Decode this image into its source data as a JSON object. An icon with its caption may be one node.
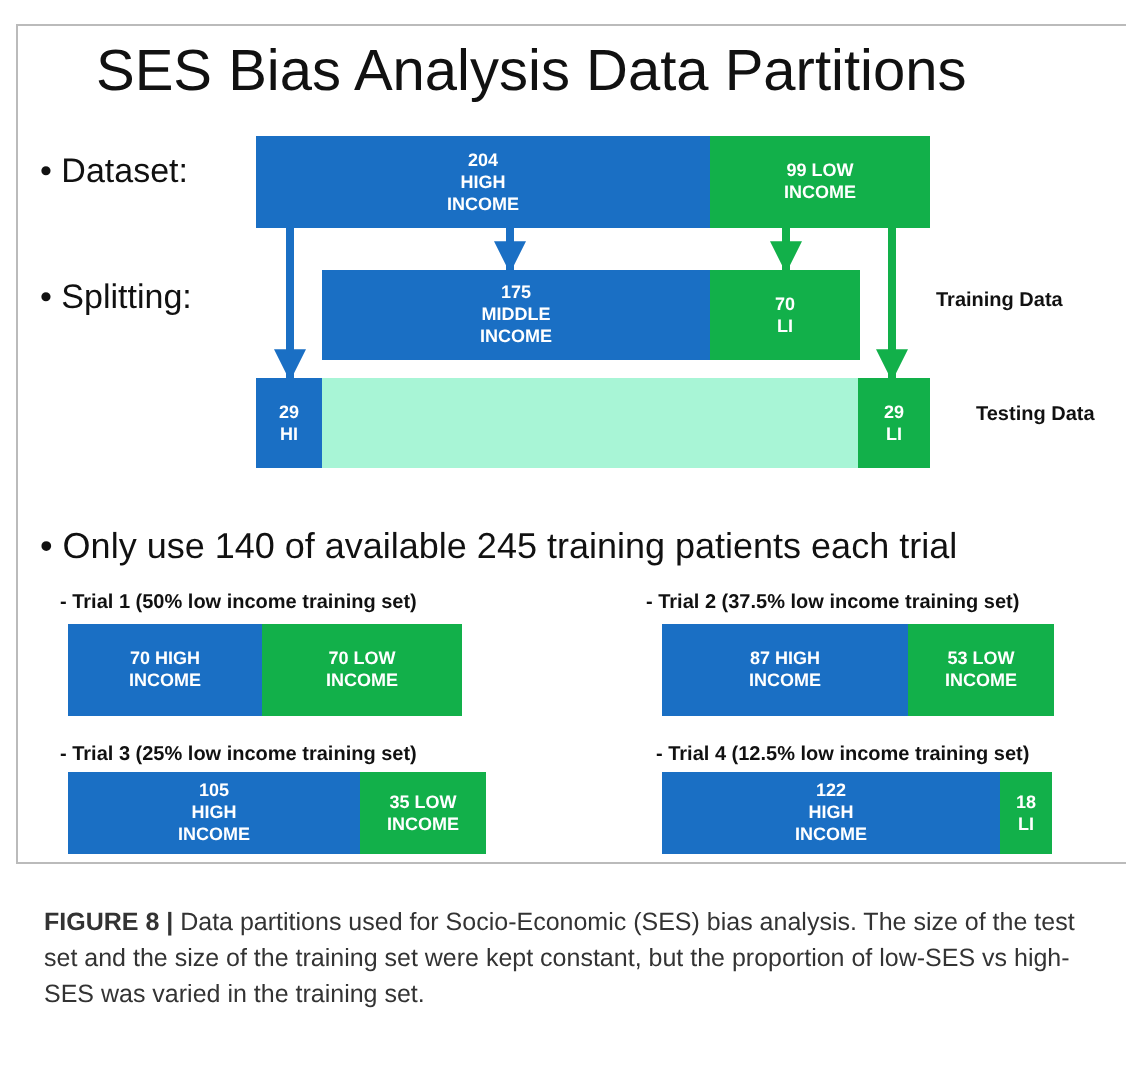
{
  "diagram": {
    "title": "SES Bias Analysis Data Partitions",
    "caption": "**FIGURE 8 |** Data partitions used for Socio-Economic (SES) bias analysis. The size of the test set and the size of the training set were kept constant, but the proportion of low-SES vs high-SES was varied in the training set.",
    "nodes": [
      {
        "text": [
          "204 HIGH INCOME"
        ]
      },
      {
        "text": [
          "99 LOW INCOME"
        ]
      },
      {
        "text": [
          "175 MIDDLE INCOME"
        ]
      },
      {
        "text": [
          "70 LI"
        ]
      },
      {
        "text": [],
        "shape": "bar"
      },
      {
        "text": [
          "29 HI"
        ],
        "in": 4
      },
      {
        "text": [
          "29 LI"
        ],
        "in": 4
      },
      {
        "text": [
          "70 HIGH INCOME"
        ]
      },
      {
        "text": [
          "70 LOW INCOME"
        ]
      },
      {
        "text": [
          "87 HIGH INCOME"
        ]
      },
      {
        "text": [
          "53 LOW INCOME"
        ]
      },
      {
        "text": [
          "105 HIGH INCOME"
        ]
      },
      {
        "text": [
          "35 LOW INCOME"
        ]
      },
      {
        "text": [
          "122 HIGH INCOME"
        ]
      },
      {
        "text": [
          "18 LI"
        ]
      }
    ],
    "edges": [
      {
        "from": 0,
        "to": 5,
        "arrow": "to"
      },
      {
        "from": 0,
        "to": 2,
        "arrow": "to"
      },
      {
        "from": 1,
        "to": 3,
        "arrow": "to",
        "color": "#12b04a"
      },
      {
        "from": 1,
        "to": 6,
        "arrow": "to",
        "color": "#12b04a"
      }
    ],
    "labels": [
      "• Dataset:",
      "• Splitting:",
      "Training Data",
      "Testing Data",
      "• Only use 140 of available 245 training patients each trial",
      "- Trial 1 (50% low income training set)",
      "- Trial 2 (37.5% low income training set)",
      "- Trial 3 (25% low income training set)",
      "- Trial 4 (12.5% low income training set)"
    ]
  }
}
